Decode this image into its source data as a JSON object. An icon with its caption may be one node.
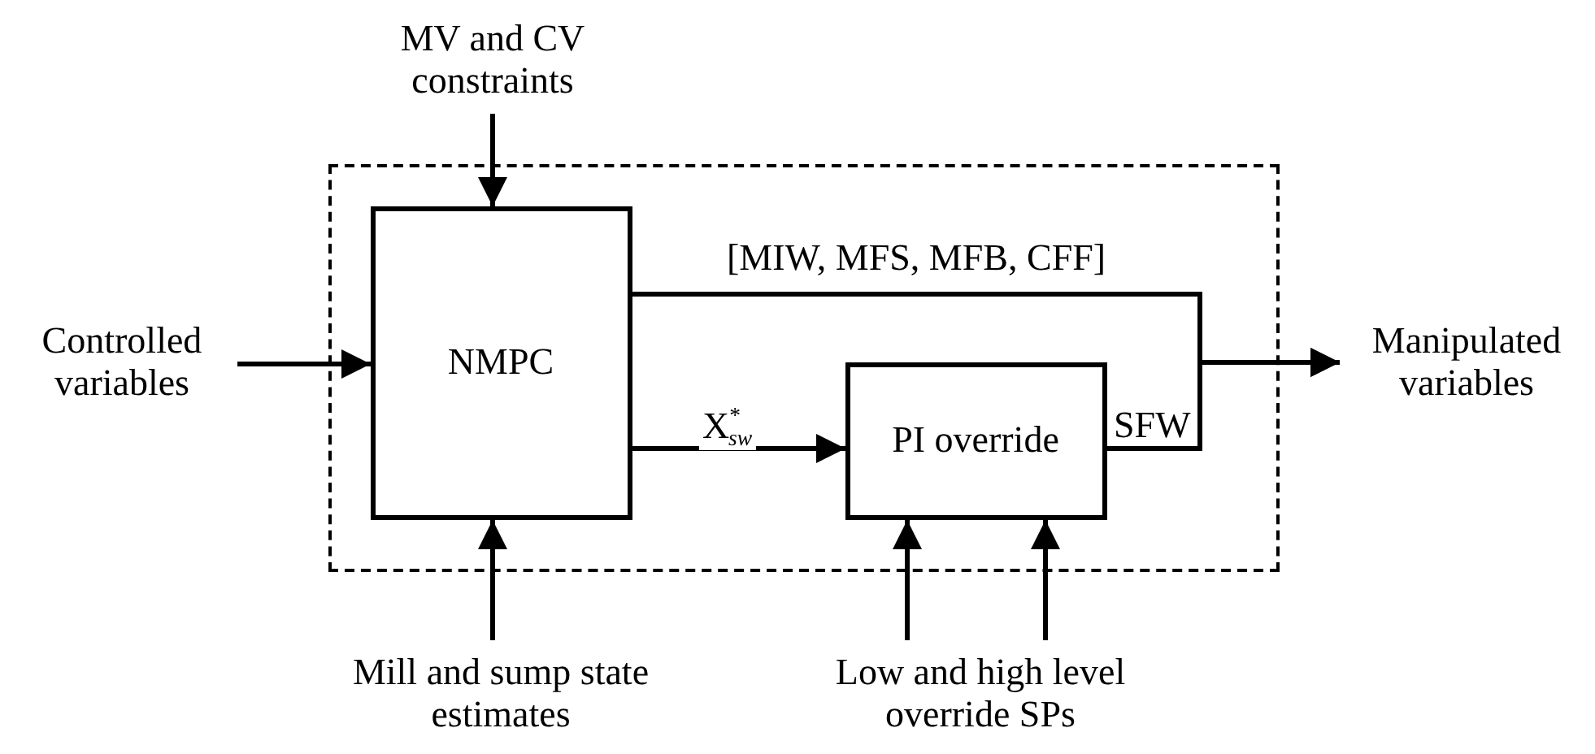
{
  "diagram": {
    "nodes": [
      {
        "text": [],
        "shape": "box"
      },
      {
        "text": [
          "NMPC"
        ],
        "in": 0
      },
      {
        "text": [
          "PI override"
        ],
        "in": 0
      },
      {
        "text": [
          "MV and CV constraints"
        ]
      },
      {
        "text": [
          "Controlled variables"
        ]
      },
      {
        "text": [
          "Manipulated variables"
        ]
      },
      {
        "text": [
          "Mill and sump state estimates"
        ]
      },
      {
        "text": [
          "Low and high level override SPs"
        ]
      }
    ],
    "edges": [
      {
        "from": 3,
        "to": 1,
        "arrow": "to"
      },
      {
        "from": 4,
        "to": 1,
        "arrow": "to"
      },
      {
        "from": 1,
        "to": 5,
        "arrow": "to",
        "label": "[MIW, MFS, MFB, CFF]"
      },
      {
        "from": 1,
        "to": 2,
        "arrow": "to",
        "label": "X$^{*}$$_{sw}$"
      },
      {
        "from": 2,
        "to": 5,
        "arrow": "to",
        "label": "SFW"
      },
      {
        "from": 6,
        "to": 1,
        "arrow": "to"
      },
      {
        "from": 7,
        "to": 2,
        "arrow": "to"
      },
      {
        "from": 7,
        "to": 2,
        "arrow": "to"
      }
    ]
  }
}
